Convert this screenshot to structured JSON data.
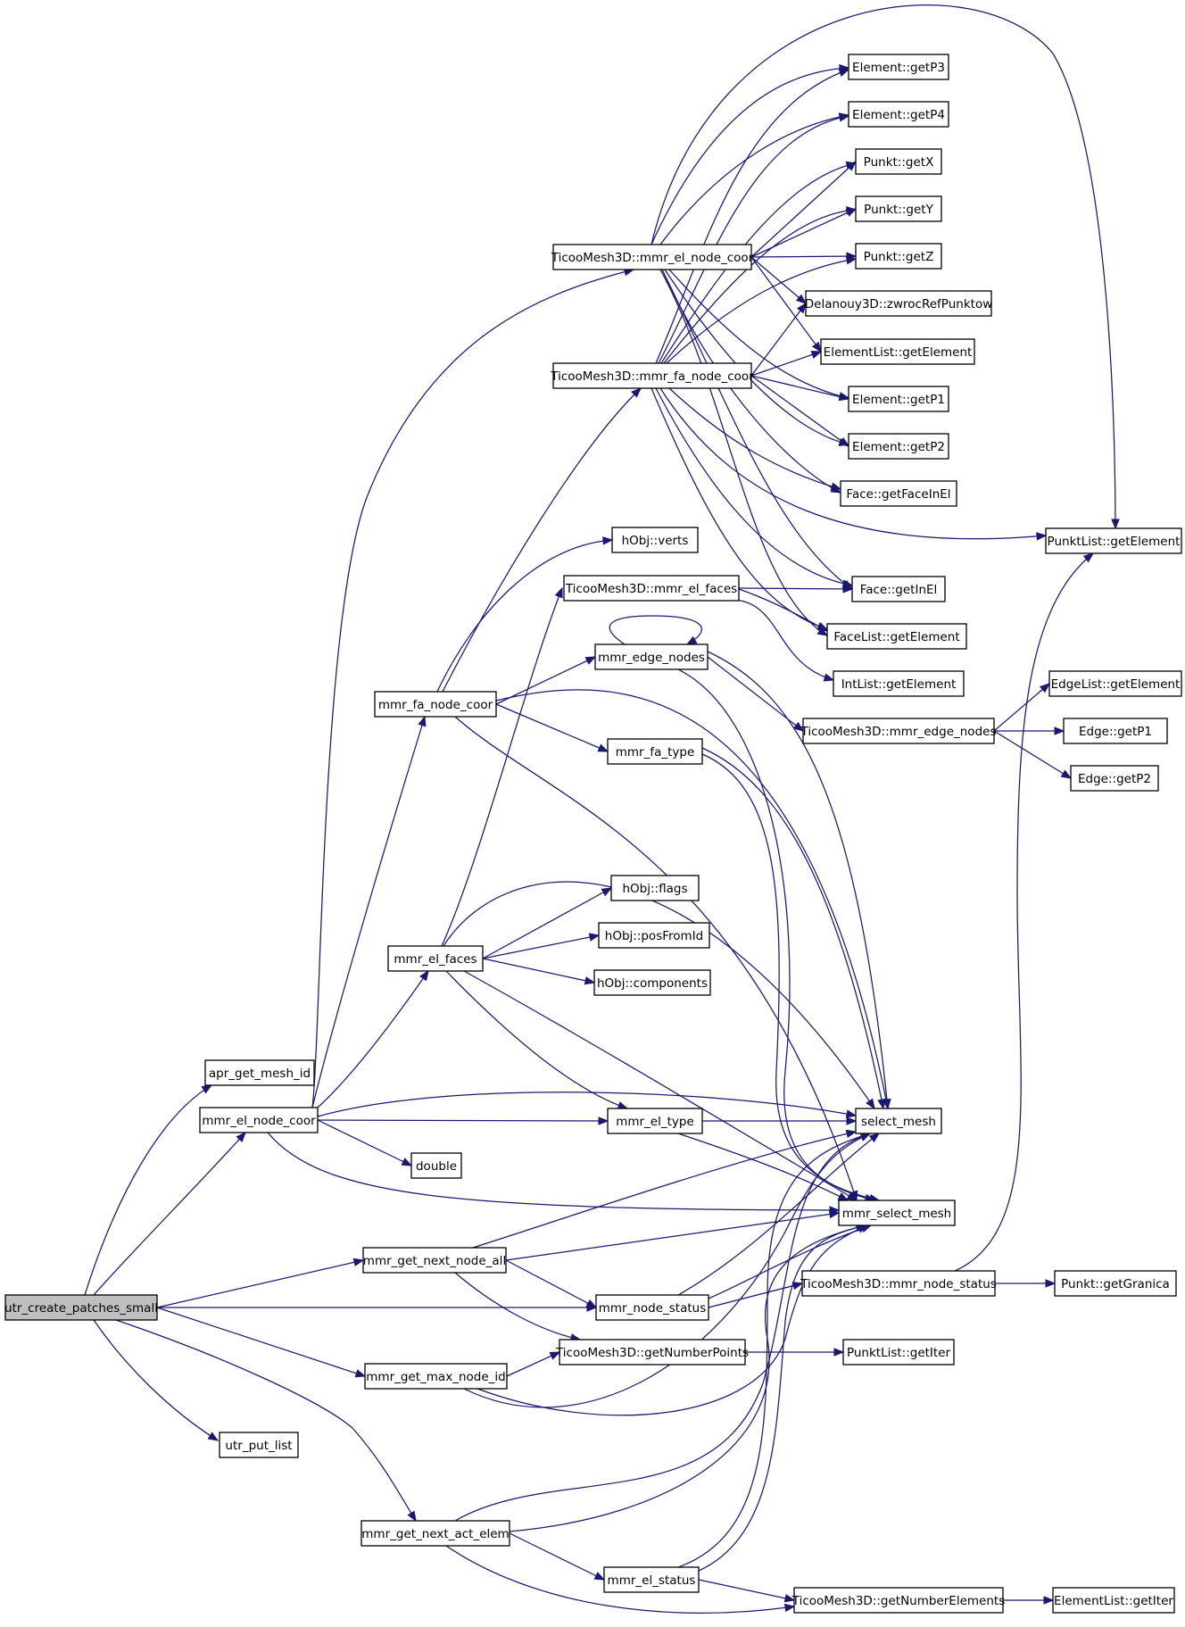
{
  "graph": {
    "root": "utr_create_patches_small",
    "colors": {
      "edge": "#191970",
      "node_border": "#000000",
      "root_fill": "#bfbfbf",
      "node_fill": "#ffffff"
    },
    "nodes": [
      "utr_create_patches_small",
      "apr_get_mesh_id",
      "mmr_el_node_coor",
      "mmr_get_next_node_all",
      "mmr_node_status",
      "mmr_get_max_node_id",
      "utr_put_list",
      "mmr_get_next_act_elem",
      "TicooMesh3D::mmr_el_node_coor",
      "TicooMesh3D::mmr_fa_node_coor",
      "mmr_fa_node_coor",
      "mmr_el_faces",
      "mmr_el_type",
      "double",
      "mmr_select_mesh",
      "select_mesh",
      "TicooMesh3D::mmr_node_status",
      "TicooMesh3D::getNumberPoints",
      "mmr_el_status",
      "TicooMesh3D::getNumberElements",
      "Element::getP3",
      "Element::getP4",
      "Punkt::getX",
      "Punkt::getY",
      "Punkt::getZ",
      "Delanouy3D::zwrocRefPunktow",
      "ElementList::getElement",
      "Element::getP1",
      "Element::getP2",
      "Face::getFaceInEl",
      "PunktList::getElement",
      "Face::getInEl",
      "FaceList::getElement",
      "IntList::getElement",
      "hObj::verts",
      "TicooMesh3D::mmr_el_faces",
      "mmr_edge_nodes",
      "TicooMesh3D::mmr_edge_nodes",
      "EdgeList::getElement",
      "Edge::getP1",
      "Edge::getP2",
      "mmr_fa_type",
      "hObj::flags",
      "hObj::posFromId",
      "hObj::components",
      "Punkt::getGranica",
      "PunktList::getIter",
      "ElementList::getIter"
    ]
  }
}
